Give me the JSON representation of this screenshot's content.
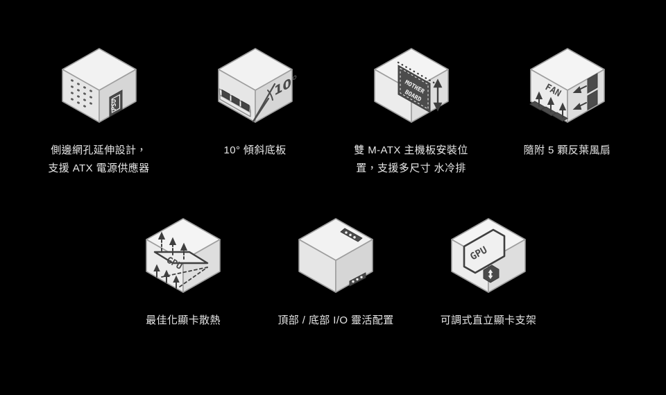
{
  "page": {
    "background_color": "#000000",
    "text_color": "#e6e6e6",
    "icon_colors": {
      "face_top": "#f2f2f2",
      "face_left": "#e3e3e3",
      "face_right": "#d4d4d4",
      "outline": "#9a9a9a",
      "dark_part": "#4a4a4a",
      "dark_part_alt": "#3d3d3d"
    }
  },
  "rows": [
    {
      "id": "row-top",
      "features": [
        {
          "icon_name": "psu-mesh-cube-icon",
          "icon_label": "PSU",
          "caption": "側邊網孔延伸設計，\n支援 ATX 電源供應器"
        },
        {
          "icon_name": "tilted-base-cube-icon",
          "icon_label": "10°",
          "caption": "10° 傾斜底板"
        },
        {
          "icon_name": "motherboard-cube-icon",
          "icon_label": "MOTHER BOARD",
          "caption": "雙 M-ATX 主機板安裝位\n置，支援多尺寸 水冷排"
        },
        {
          "icon_name": "fan-cube-icon",
          "icon_label": "FAN",
          "caption": "隨附 5 顆反葉風扇"
        }
      ]
    },
    {
      "id": "row-bottom",
      "features": [
        {
          "icon_name": "gpu-airflow-cube-icon",
          "icon_label": "GPU",
          "caption": "最佳化顯卡散熱"
        },
        {
          "icon_name": "io-ports-cube-icon",
          "icon_label": "",
          "caption": "頂部 / 底部 I/O 靈活配置"
        },
        {
          "icon_name": "gpu-vertical-bracket-cube-icon",
          "icon_label": "GPU",
          "caption": "可調式直立顯卡支架"
        }
      ]
    }
  ]
}
